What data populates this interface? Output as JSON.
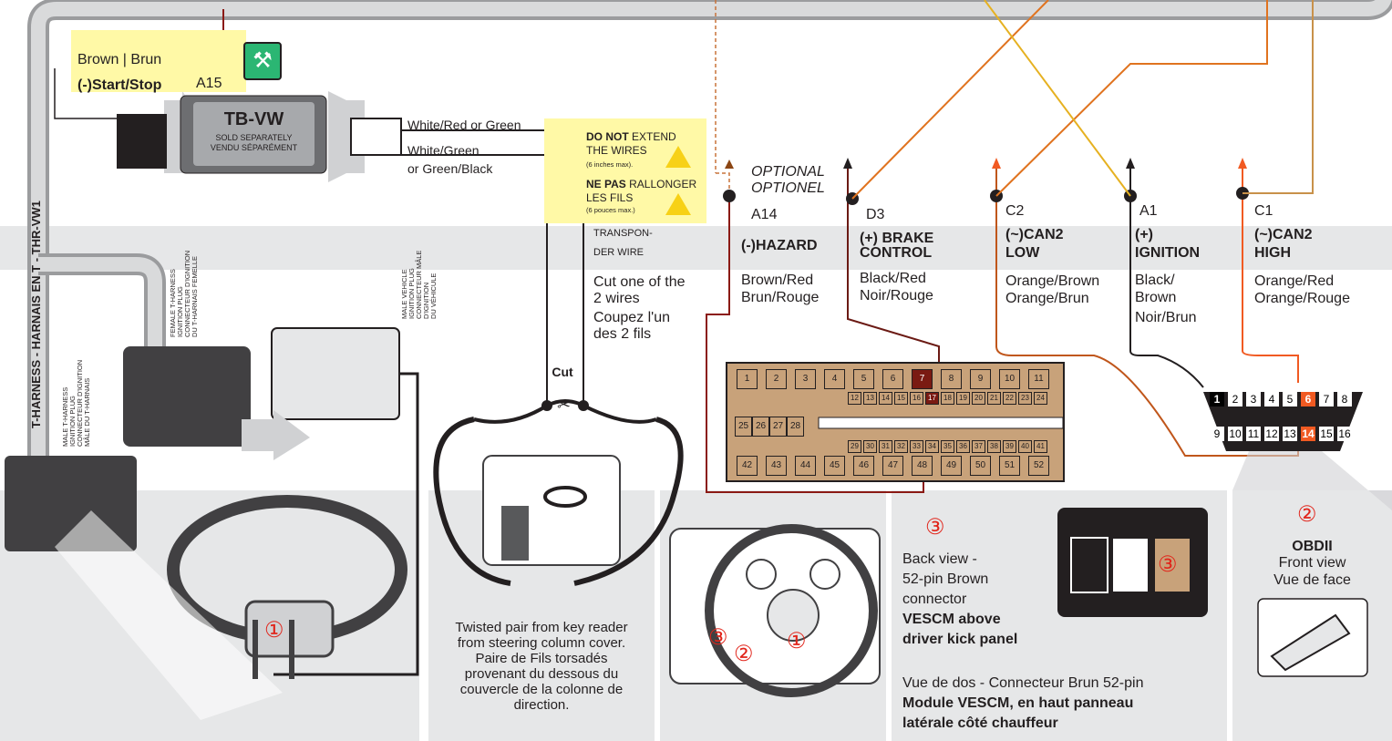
{
  "start_stop": {
    "wire": "Brown | Brun",
    "function": "(-)Start/Stop",
    "pin": "A15"
  },
  "module": {
    "name": "TB-VW",
    "line1": "SOLD SEPARATELY",
    "line2": "VENDU SÉPARÉMENT"
  },
  "module_wires": {
    "w1": "White/Red or Green",
    "w2a": "White/Green",
    "w2b": "or Green/Black"
  },
  "harness_label": "T-HARNESS - HARNAIS EN T  -  THR-VW1",
  "warning": {
    "l1_bold": "DO NOT",
    "l1": "EXTEND",
    "l2": "THE WIRES",
    "l3": "(6 inches max).",
    "l4_bold": "NE PAS",
    "l4": "RALLONGER",
    "l5": "LES FILS",
    "l6": "(6 pouces max.)"
  },
  "transponder": {
    "l1": "TRANSPON-",
    "l2": "DER WIRE",
    "cut1": "Cut one of the",
    "cut2": "2 wires",
    "cut3": "Coupez l'un",
    "cut4": "des 2 fils",
    "cut_label": "Cut"
  },
  "female_plug": {
    "l1": "FEMALE T-HARNESS",
    "l2": "IGNITION PLUG",
    "l3": "CONNECTEUR D'IGNITION",
    "l4": "DU T-HARNAIS FEMELLE"
  },
  "male_vehicle": {
    "l1": "MALE VEHICLE",
    "l2": "IGNITION PLUG",
    "l3": "CONNECTEUR MÂLE",
    "l4": "D'IGNITION",
    "l5": "DU VÉHICULE"
  },
  "male_harness": {
    "l1": "MALE T-HARNESS",
    "l2": "IGNITION PLUG",
    "l3": "CONNECTEUR D'IGNITION",
    "l4": "MÂLE DU T-HARNAIS"
  },
  "optional": {
    "l1": "OPTIONAL",
    "l2": "OPTIONEL"
  },
  "wires": [
    {
      "pin": "A14",
      "name1": "(-)HAZARD",
      "name2": "",
      "color1": "Brown/Red",
      "color2": "Brun/Rouge",
      "color3": ""
    },
    {
      "pin": "D3",
      "name1": "(+) BRAKE",
      "name2": "CONTROL",
      "color1": "Black/Red",
      "color2": "Noir/Rouge",
      "color3": ""
    },
    {
      "pin": "C2",
      "name1": "(~)CAN2",
      "name2": "LOW",
      "color1": "Orange/Brown",
      "color2": "Orange/Brun",
      "color3": ""
    },
    {
      "pin": "A1",
      "name1": "(+)",
      "name2": "IGNITION",
      "color1": "Black/",
      "color2": "Brown",
      "color3": "Noir/Brun"
    },
    {
      "pin": "C1",
      "name1": "(~)CAN2",
      "name2": "HIGH",
      "color1": "Orange/Red",
      "color2": "Orange/Rouge",
      "color3": ""
    }
  ],
  "connector52": {
    "row1": [
      "1",
      "2",
      "3",
      "4",
      "5",
      "6",
      "7",
      "8",
      "9",
      "10",
      "11"
    ],
    "row2": [
      "12",
      "13",
      "14",
      "15",
      "16",
      "17",
      "18",
      "19",
      "20",
      "21",
      "22",
      "23",
      "24"
    ],
    "row3": [
      "25",
      "26",
      "27",
      "28"
    ],
    "row4": [
      "29",
      "30",
      "31",
      "32",
      "33",
      "34",
      "35",
      "36",
      "37",
      "38",
      "39",
      "40",
      "41"
    ],
    "row5": [
      "42",
      "43",
      "44",
      "45",
      "46",
      "47",
      "48",
      "49",
      "50",
      "51",
      "52"
    ]
  },
  "obd": {
    "top": [
      "1",
      "2",
      "3",
      "4",
      "5",
      "6",
      "7",
      "8"
    ],
    "bottom": [
      "9",
      "10",
      "11",
      "12",
      "13",
      "14",
      "15",
      "16"
    ],
    "title": "OBDII",
    "l1": "Front view",
    "l2": "Vue de face",
    "marker": "②"
  },
  "twisted": {
    "l1": "Twisted pair from key reader",
    "l2": "from steering column cover.",
    "l3": "Paire de Fils torsadés",
    "l4": "provenant du dessous du",
    "l5": "couvercle de la colonne de",
    "l6": "direction."
  },
  "vescm": {
    "marker": "③",
    "l1": "Back view -",
    "l2": "52-pin Brown",
    "l3": "connector",
    "b1": "VESCM above",
    "b2": "driver kick panel",
    "l4": "Vue de dos - Connecteur Brun 52-pin",
    "b3": "Module VESCM, en haut panneau",
    "b4": "latérale côté chauffeur"
  },
  "markers": {
    "m1": "①",
    "m2": "②",
    "m3": "③"
  },
  "colors": {
    "brown": "#8b4513",
    "orange": "#e0731f",
    "red_orange": "#f15a22",
    "yellow": "#e6b121",
    "grey": "#e6e7e8",
    "dark_red": "#6b1a14",
    "green": "#2bb673",
    "label_yellow": "#fff9a6"
  }
}
